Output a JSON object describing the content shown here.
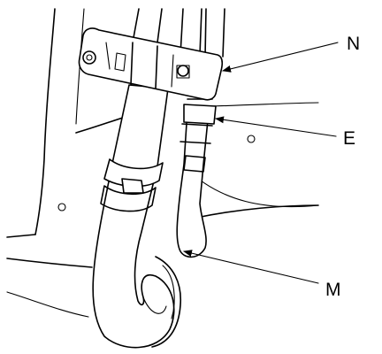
{
  "callouts": {
    "N": "N",
    "E": "E",
    "M": "M"
  },
  "colors": {
    "line": "#000000",
    "background": "#ffffff"
  }
}
